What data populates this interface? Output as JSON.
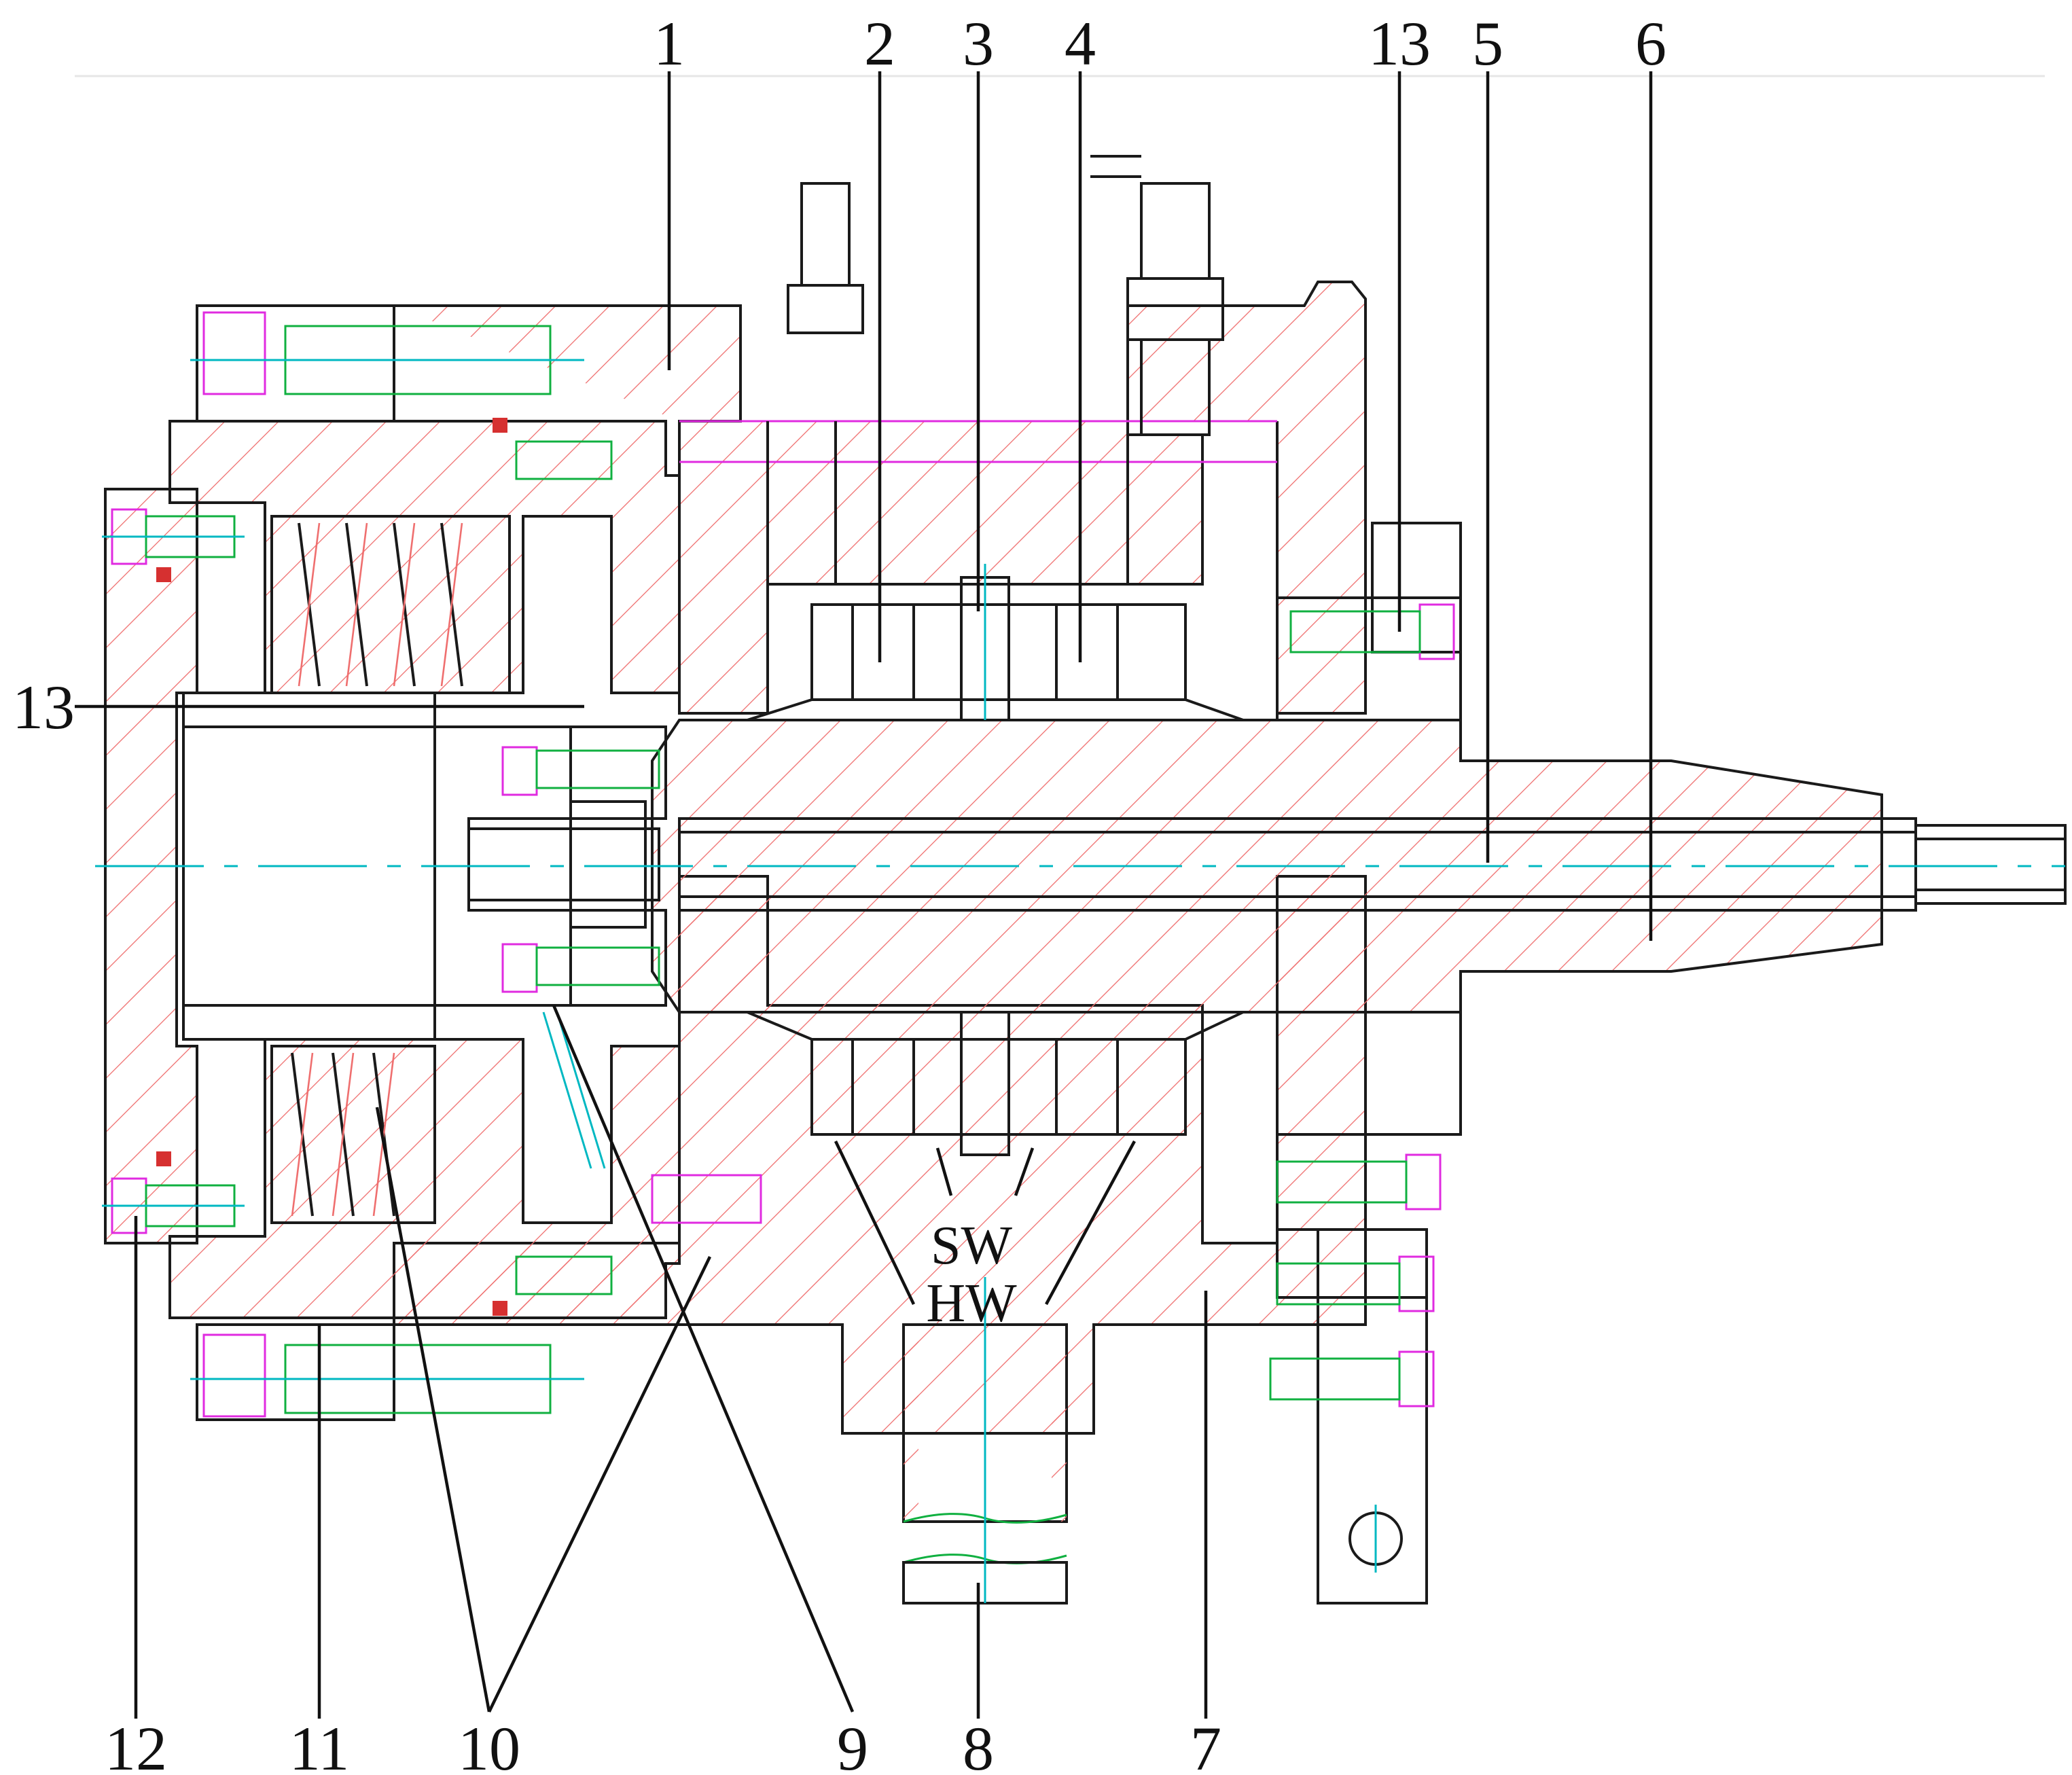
{
  "labels": {
    "l1": "1",
    "l2": "2",
    "l3": "3",
    "l4": "4",
    "l13_top": "13",
    "l5": "5",
    "l6": "6",
    "l13_left": "13",
    "l12": "12",
    "l11": "11",
    "l10": "10",
    "l9": "9",
    "l8": "8",
    "l7": "7",
    "sw": "SW",
    "hw": "HW"
  },
  "colors": {
    "outline": "#1a1a1a",
    "hatch": "#ef6f6f",
    "centerline": "#00b8c2",
    "bolt": "#e02be0",
    "thread": "#10b040"
  }
}
